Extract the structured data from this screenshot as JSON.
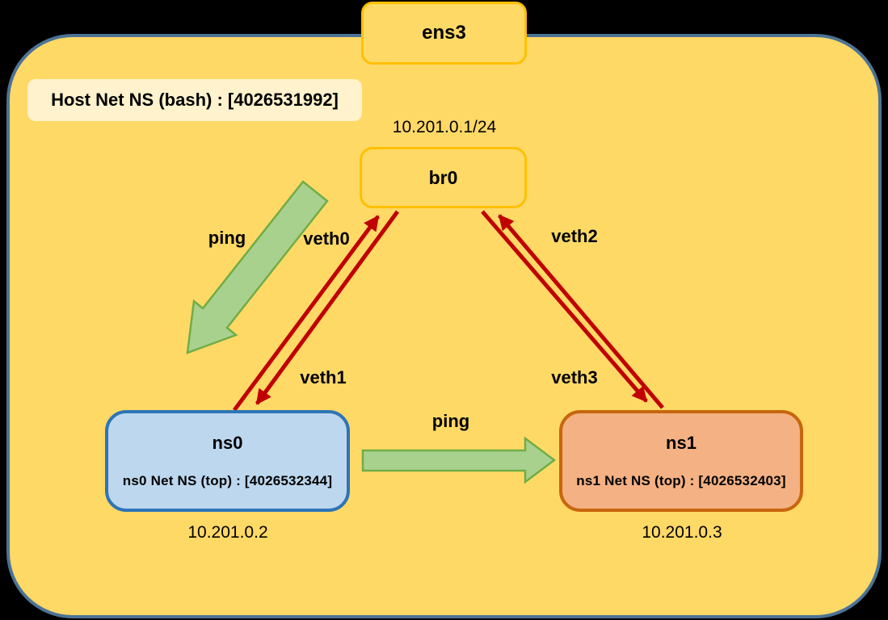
{
  "diagram": {
    "ens3": {
      "label": "ens3"
    },
    "host": {
      "badge": "Host Net NS (bash) : [4026531992]"
    },
    "br0": {
      "label": "br0",
      "ip": "10.201.0.1/24"
    },
    "ns0": {
      "label": "ns0",
      "badge": "ns0 Net NS (top) : [4026532344]",
      "ip": "10.201.0.2"
    },
    "ns1": {
      "label": "ns1",
      "badge": "ns1 Net NS (top) : [4026532403]",
      "ip": "10.201.0.3"
    },
    "edges": {
      "veth0": {
        "label": "veth0",
        "from": "ns0",
        "to": "br0"
      },
      "veth1": {
        "label": "veth1",
        "from": "br0",
        "to": "ns0"
      },
      "veth2": {
        "label": "veth2",
        "from": "ns1",
        "to": "br0"
      },
      "veth3": {
        "label": "veth3",
        "from": "br0",
        "to": "ns1"
      },
      "ping_host_to_ns0": {
        "label": "ping"
      },
      "ping_ns0_to_ns1": {
        "label": "ping"
      }
    },
    "colors": {
      "canvas_bg": "#000000",
      "host_fill": "#FFD966",
      "host_border": "#4C7396",
      "node_yellow_fill": "#FFD966",
      "node_yellow_border": "#FFC000",
      "host_badge_fill": "#FFF2CC",
      "ns0_fill": "#BDD7EE",
      "ns0_border": "#2E75B6",
      "ns1_fill": "#F4B183",
      "ns1_border": "#C8660E",
      "veth_arrow": "#C00000",
      "ping_arrow_fill": "#A9D18E",
      "ping_arrow_border": "#70AD47",
      "text": "#000000"
    }
  }
}
